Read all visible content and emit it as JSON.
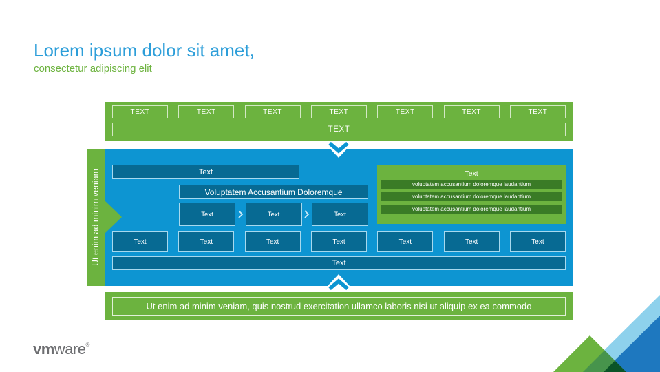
{
  "colors": {
    "title_blue": "#2d9ed9",
    "accent_green": "#6cb33f",
    "panel_blue": "#0d95d2",
    "inner_box_blue": "#076a93",
    "dark_green_bar": "#3a7b26",
    "deco_light_blue": "#8ed1ec",
    "deco_blue": "#1e78bf",
    "logo_gray": "#6d6e71"
  },
  "header": {
    "title": "Lorem ipsum dolor sit amet,",
    "subtitle": "consectetur adipiscing elit"
  },
  "top_bar": {
    "boxes": [
      "TEXT",
      "TEXT",
      "TEXT",
      "TEXT",
      "TEXT",
      "TEXT",
      "TEXT"
    ],
    "wide_box": "TEXT"
  },
  "main_panel": {
    "side_tab_label": "Ut enim ad minim veniam",
    "header_box": "Text",
    "process": {
      "title": "Voluptatem Accusantium Doloremque",
      "steps": [
        "Text",
        "Text",
        "Text"
      ]
    },
    "side_box": {
      "title": "Text",
      "items": [
        "voluptatem accusantium doloremque laudantium",
        "voluptatem accusantium doloremque laudantium",
        "voluptatem accusantium doloremque laudantium"
      ]
    },
    "row_boxes": [
      "Text",
      "Text",
      "Text",
      "Text",
      "Text",
      "Text",
      "Text"
    ],
    "wide_box": "Text"
  },
  "bottom_bar": {
    "label": "Ut enim ad minim veniam, quis nostrud exercitation ullamco laboris nisi ut aliquip ex ea commodo"
  },
  "footer": {
    "logo_vm": "vm",
    "logo_ware": "ware",
    "logo_reg": "®"
  }
}
